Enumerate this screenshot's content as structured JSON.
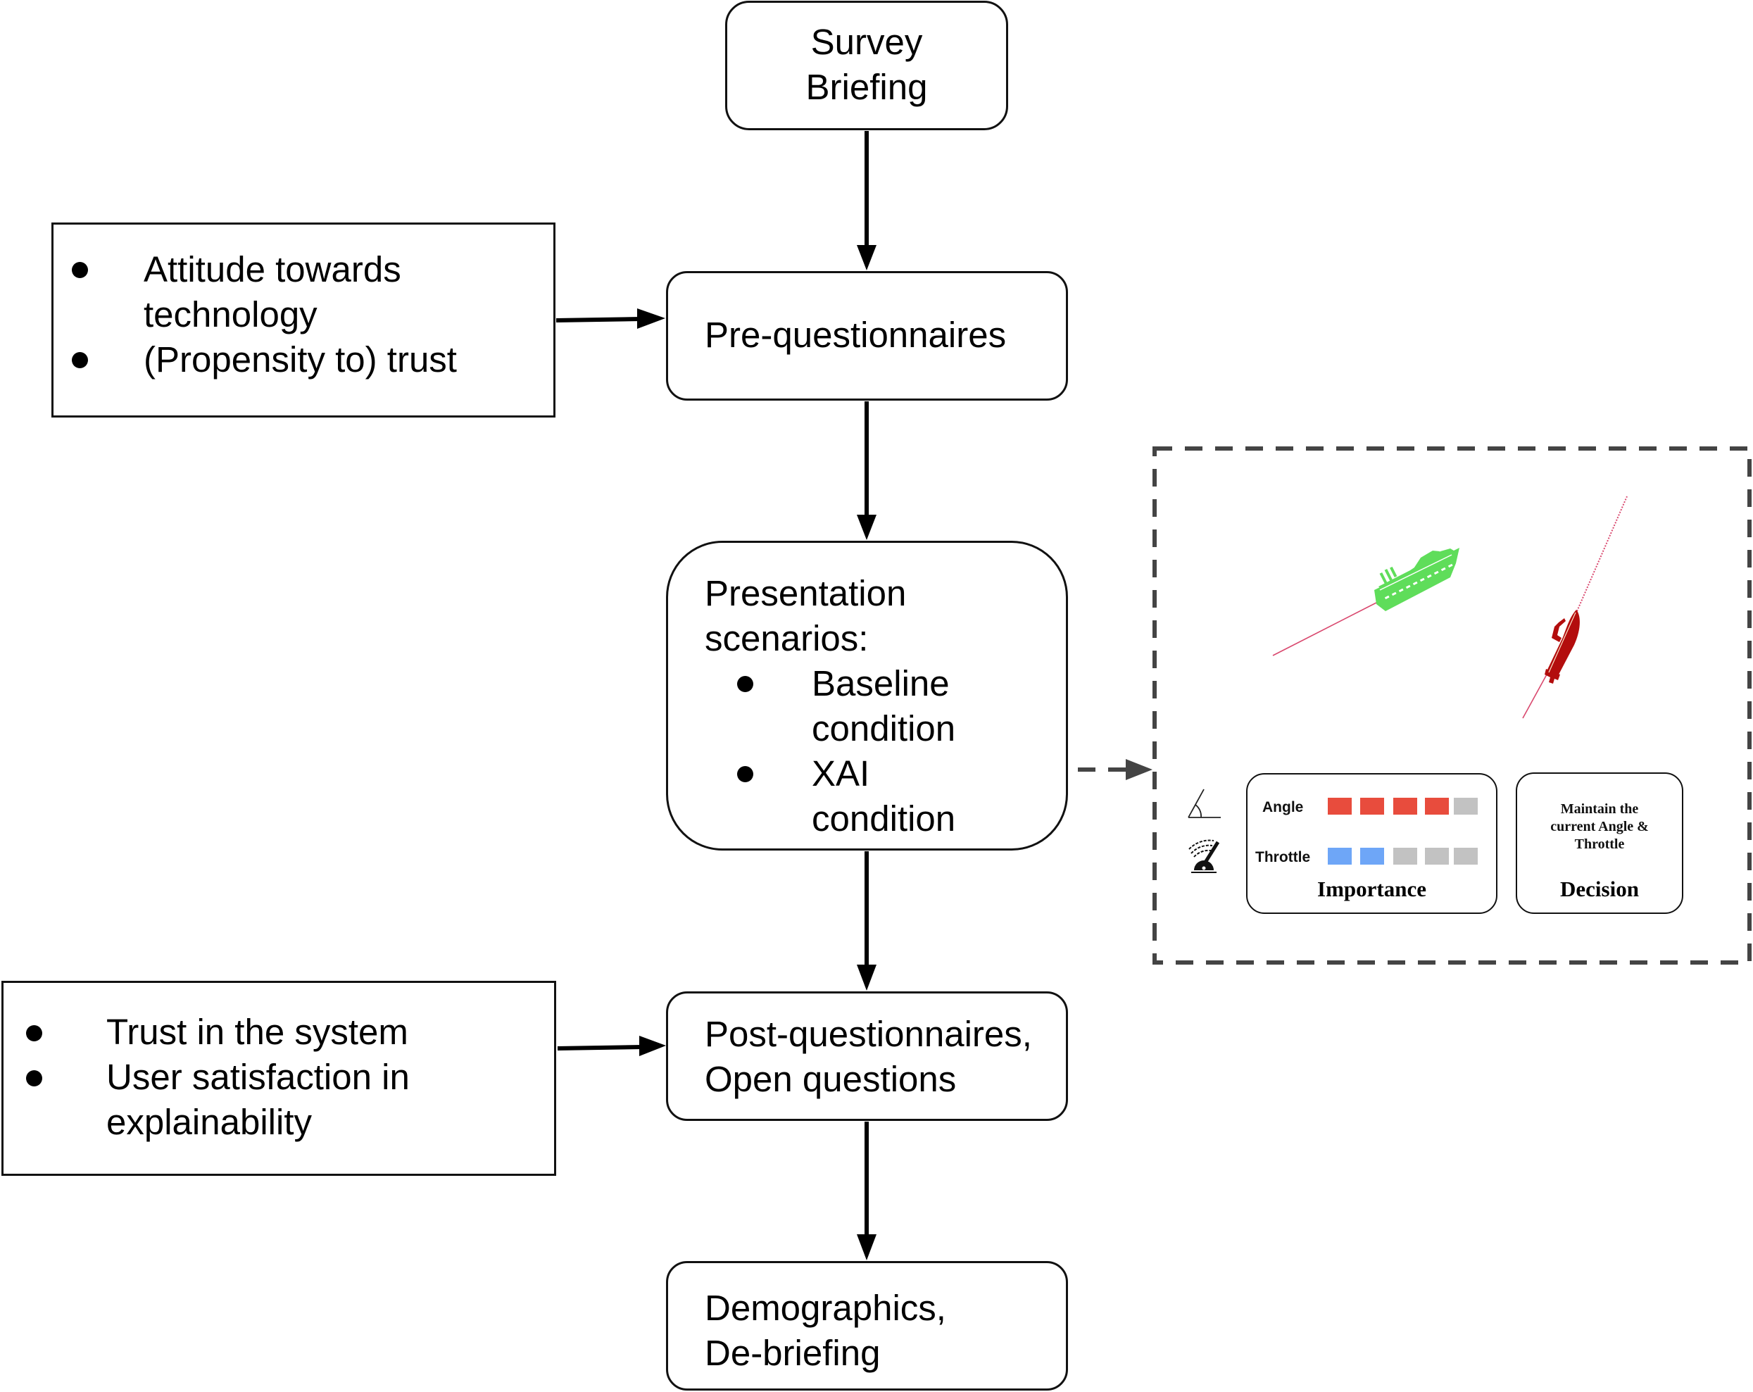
{
  "flow": {
    "survey_briefing": [
      "Survey",
      "Briefing"
    ],
    "pre_questionnaires": "Pre-questionnaires",
    "presentation": {
      "title_lines": [
        "Presentation",
        "scenarios:"
      ],
      "conditions": [
        {
          "lines": [
            "Baseline",
            "condition"
          ]
        },
        {
          "lines": [
            "XAI",
            "condition"
          ]
        }
      ]
    },
    "post_questionnaires": [
      "Post-questionnaires,",
      "Open questions"
    ],
    "demographics": [
      "Demographics,",
      "De-briefing"
    ]
  },
  "pre_measures": {
    "items": [
      {
        "lines": [
          "Attitude towards",
          "technology"
        ]
      },
      {
        "lines": [
          "(Propensity to) trust"
        ]
      }
    ]
  },
  "post_measures": {
    "items": [
      {
        "lines": [
          "Trust in the system"
        ]
      },
      {
        "lines": [
          "User satisfaction in",
          "explainability"
        ]
      }
    ]
  },
  "xai_interface": {
    "scene": {
      "own_ship": {
        "icon": "cruise-ship-icon",
        "color": "#5fdd5a"
      },
      "other_vessel": {
        "icon": "motorboat-icon",
        "color": "#b30d0d"
      },
      "trajectory_color": "#d9486e"
    },
    "importance": {
      "title": "Importance",
      "scale_max": 5,
      "features": [
        {
          "label": "Angle",
          "icon": "angle-icon",
          "level": 4,
          "color": "#e84c3d"
        },
        {
          "label": "Throttle",
          "icon": "throttle-lever-icon",
          "level": 2,
          "color": "#6ea6f7"
        }
      ],
      "inactive_color": "#c2c2c2"
    },
    "decision": {
      "title": "Decision",
      "text_lines": [
        "Maintain the",
        "current Angle &",
        "Throttle"
      ]
    }
  },
  "colors": {
    "line": "#000000",
    "dashed": "#444444"
  }
}
